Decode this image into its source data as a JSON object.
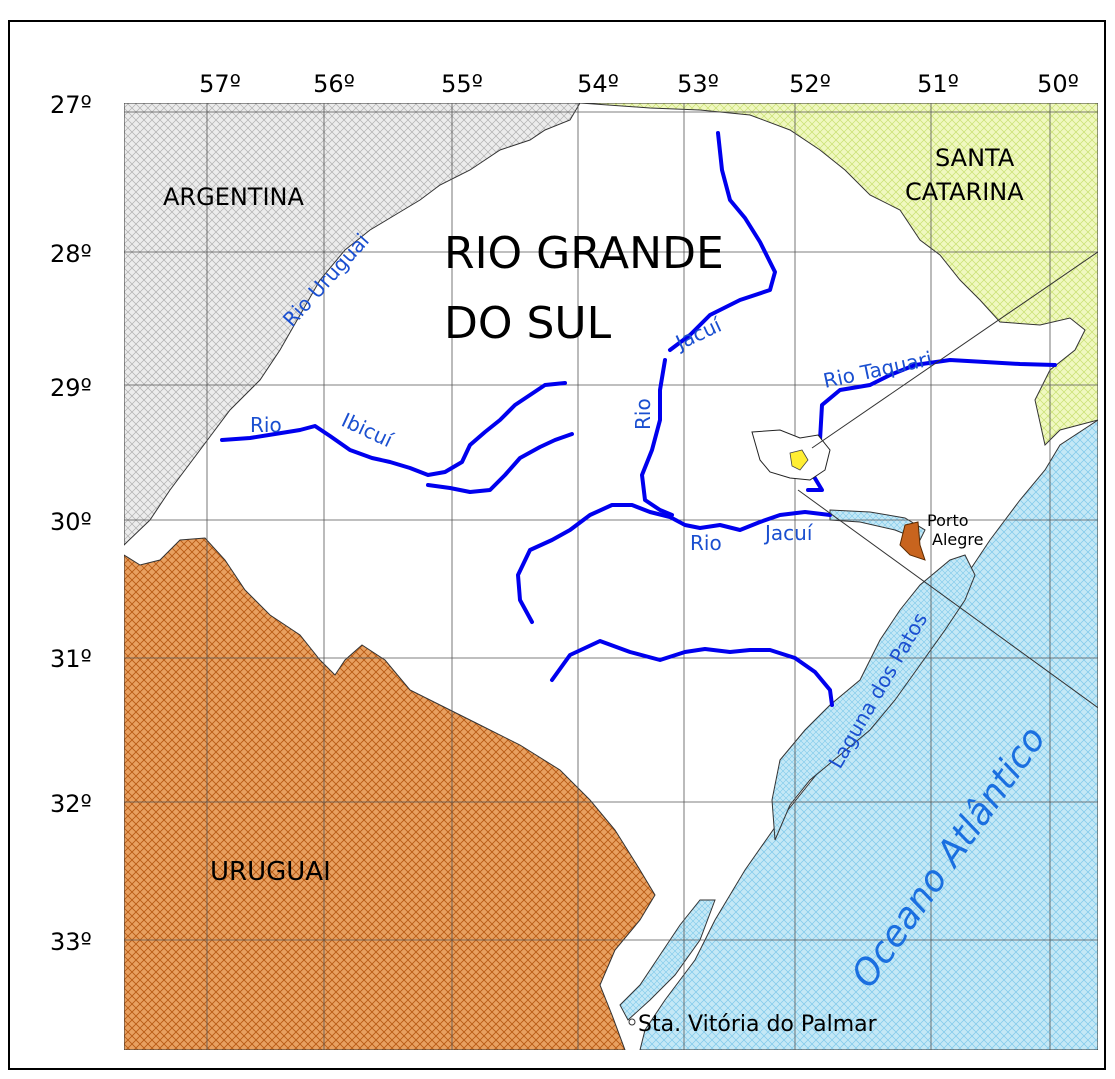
{
  "colors": {
    "argentina": "#d9d9d9",
    "santa_catarina": "#e8f5a8",
    "uruguay": "#d2691e",
    "ocean": "#a8dcf0",
    "river": "#0000ee",
    "river_label": "#1a4fd0",
    "ocean_label": "#1a6fe0",
    "porto_alegre": "#c8641e",
    "highlight": "#ffee33"
  },
  "axes": {
    "longitude_labels": [
      "57º",
      "56º",
      "55º",
      "54º",
      "53º",
      "52º",
      "51º",
      "50º"
    ],
    "latitude_labels": [
      "27º",
      "28º",
      "29º",
      "30º",
      "31º",
      "32º",
      "33º"
    ]
  },
  "regions": {
    "argentina": "ARGENTINA",
    "santa_catarina_line1": "SANTA",
    "santa_catarina_line2": "CATARINA",
    "rgs_line1": "RIO GRANDE",
    "rgs_line2": "DO SUL",
    "uruguay": "URUGUAI"
  },
  "rivers": {
    "uruguai": "Rio Uruguai",
    "ibicui_rio": "Rio",
    "ibicui_name": "Ibicuí",
    "jacui_upper": "Jacuí",
    "rio_vertical": "Rio",
    "taquari": "Rio  Taquari",
    "jacui_lower_rio": "Rio",
    "jacui_lower_name": "Jacuí"
  },
  "water": {
    "laguna": "Laguna dos Patos",
    "ocean": "Oceano Atlântico"
  },
  "places": {
    "porto_alegre_line1": "Porto",
    "porto_alegre_line2": "Alegre",
    "santa_vitoria": "Sta. Vitória do Palmar"
  }
}
